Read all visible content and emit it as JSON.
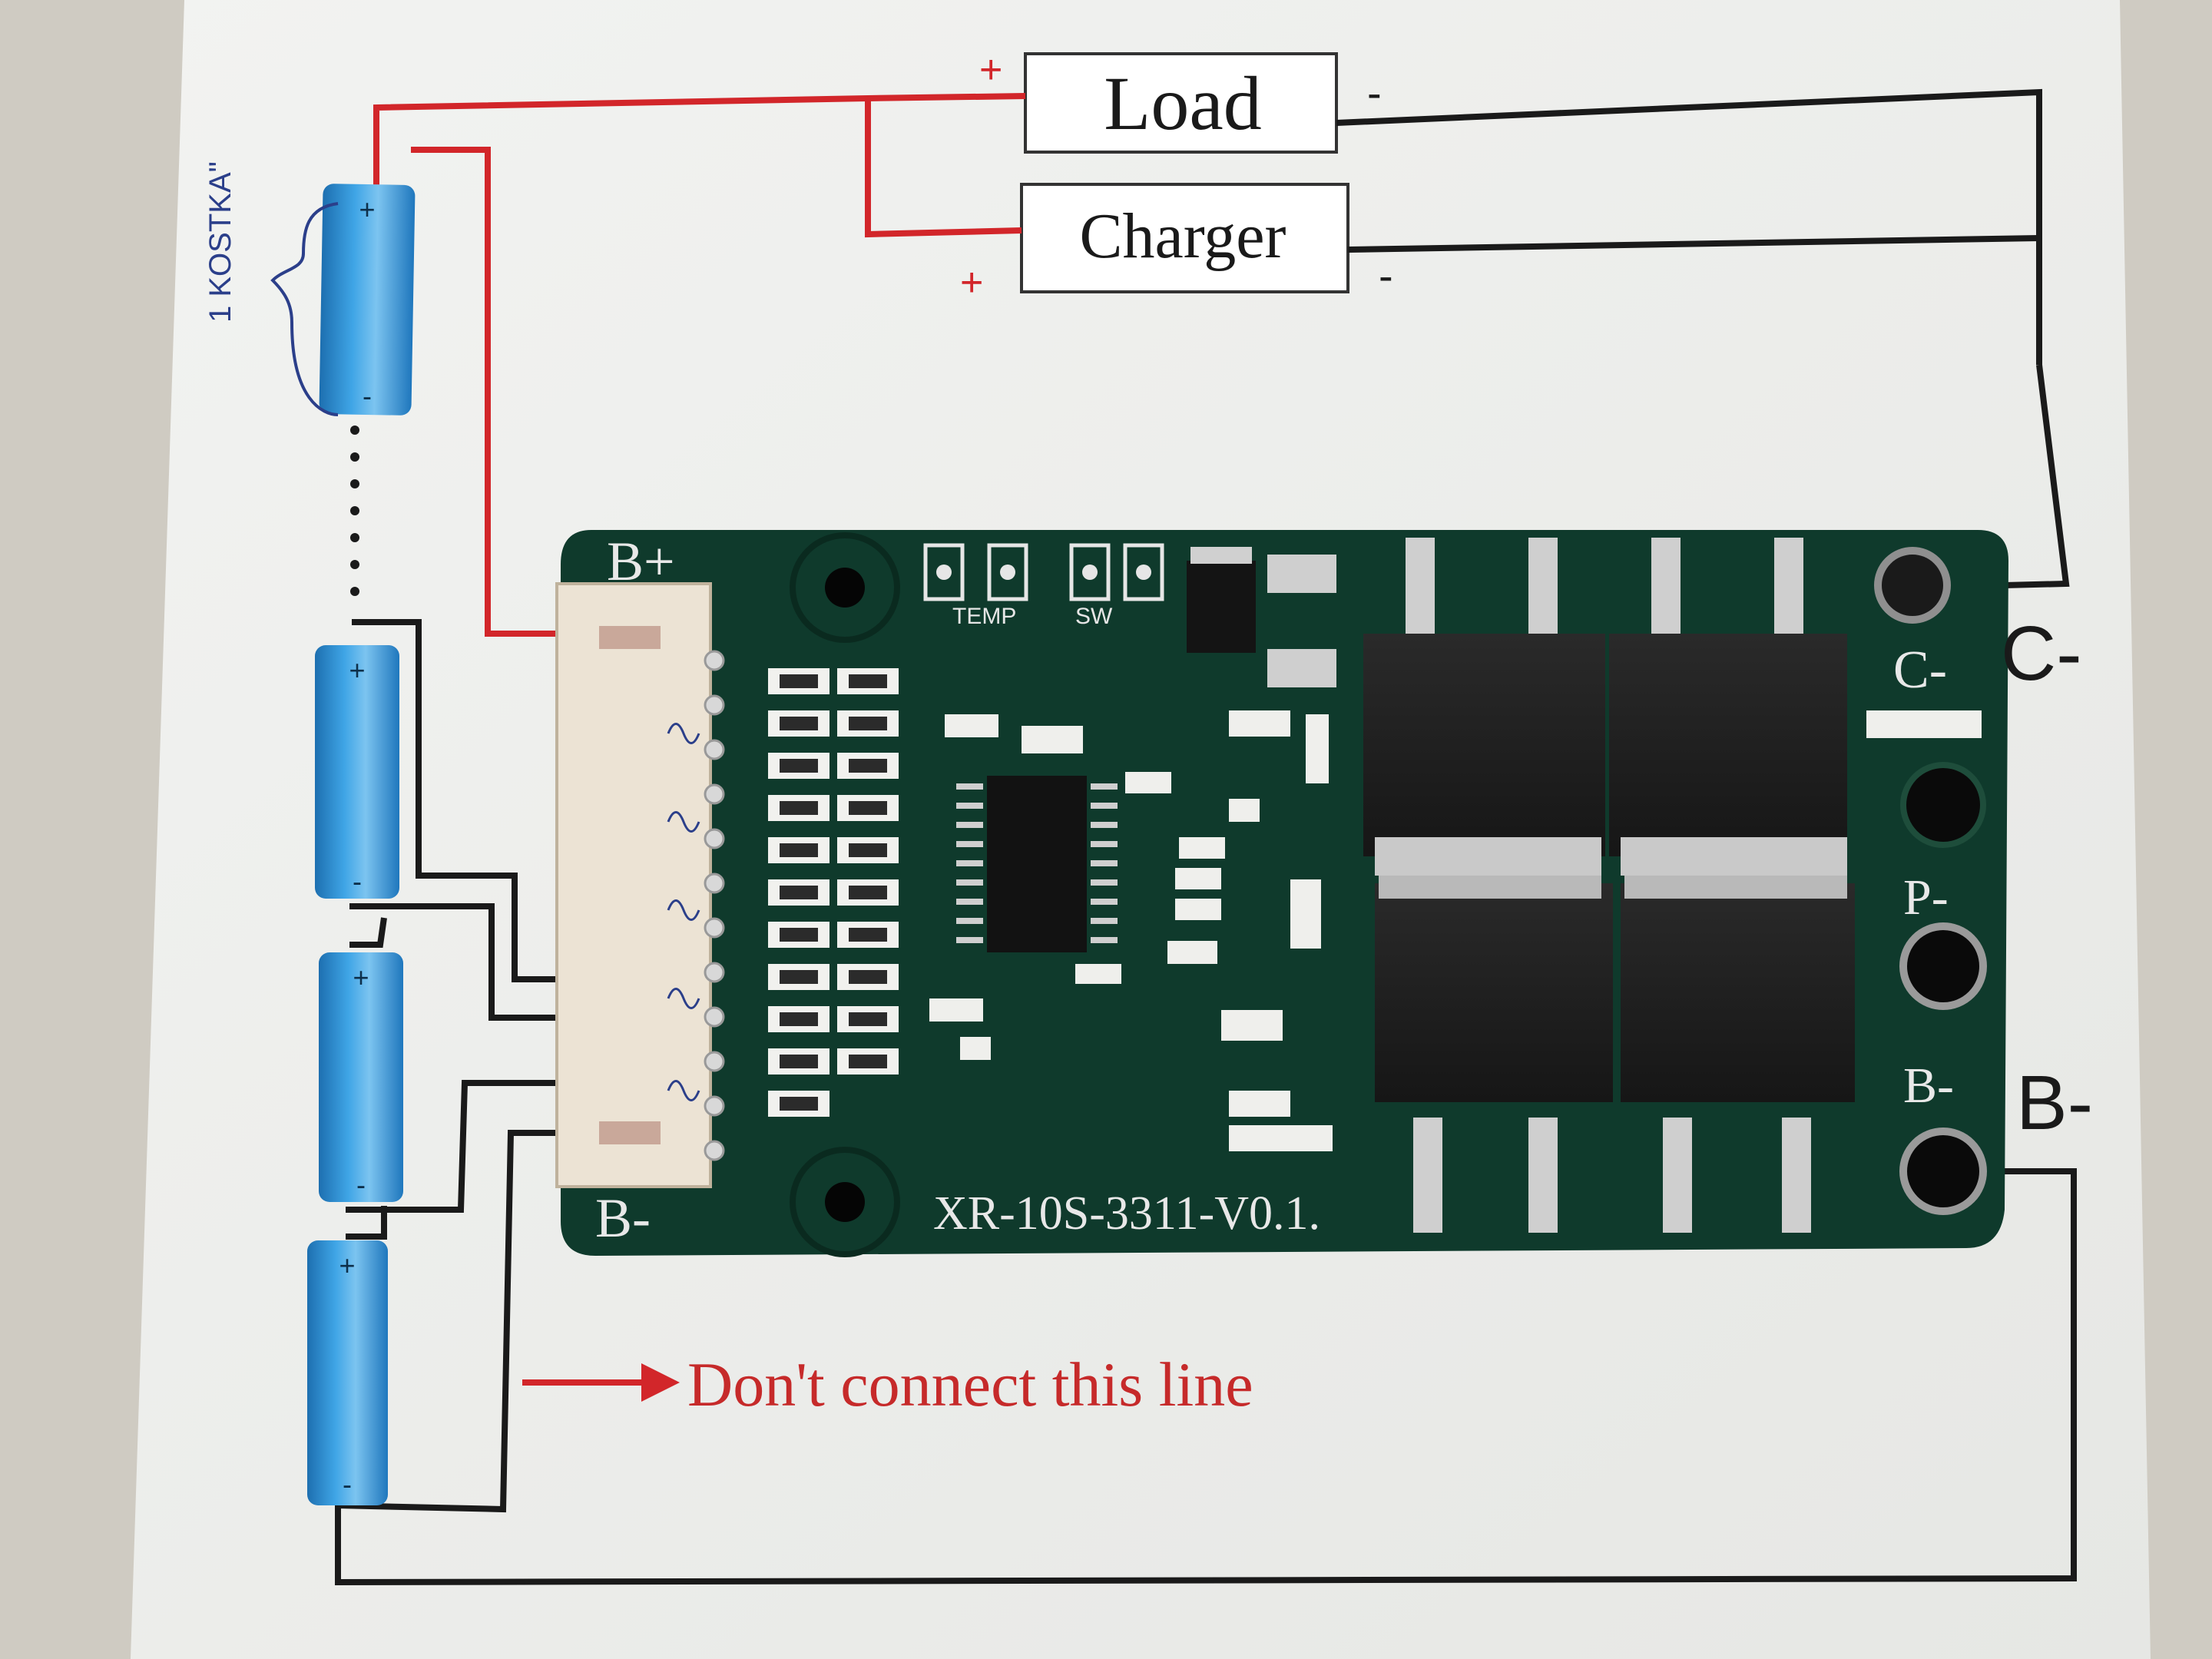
{
  "load_label": "Load",
  "charger_label": "Charger",
  "plus_sign": "+",
  "minus_sign": "-",
  "handwritten_note": "1 KOSTKA\"",
  "board": {
    "model": "XR-10S-3311-V0.1.",
    "pad_b_plus": "B+",
    "pad_b_minus": "B-",
    "temp_label": "TEMP",
    "sw_label": "SW",
    "pad_c_minus": "C-",
    "pad_p_minus": "P-",
    "pad_b_minus_right": "B-"
  },
  "callout_c_minus": "C-",
  "callout_b_minus": "B-",
  "warning": "Don't connect this line",
  "colors": {
    "positive_wire": "#d2262a",
    "negative_wire": "#1a1a1a",
    "pcb": "#0f3a2c",
    "cell": "#2f95d6"
  }
}
